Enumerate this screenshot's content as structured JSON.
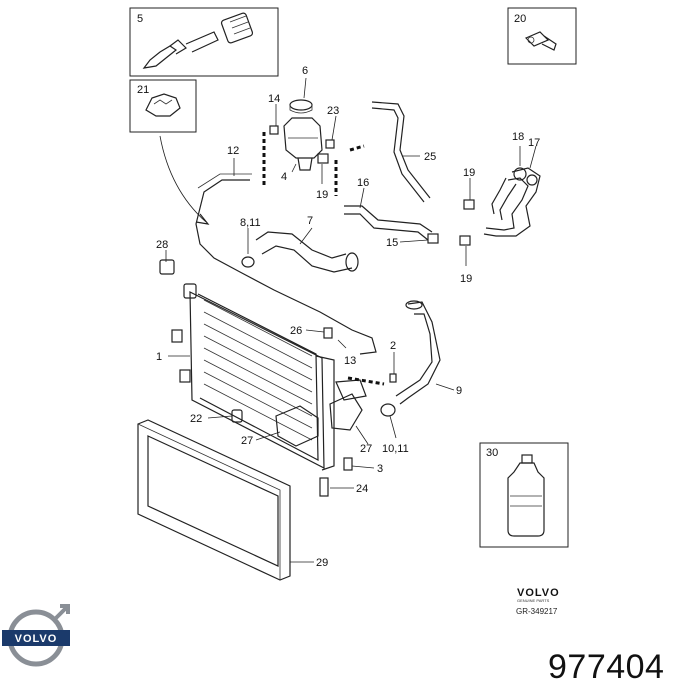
{
  "callouts": {
    "c1": "1",
    "c2": "2",
    "c3": "3",
    "c4": "4",
    "c5": "5",
    "c6": "6",
    "c7": "7",
    "c8": "8,11",
    "c9": "9",
    "c10": "10,11",
    "c12": "12",
    "c13": "13",
    "c14": "14",
    "c15": "15",
    "c16": "16",
    "c17": "17",
    "c18": "18",
    "c19a": "19",
    "c19b": "19",
    "c19c": "19",
    "c20": "20",
    "c21": "21",
    "c22": "22",
    "c23": "23",
    "c24": "24",
    "c25": "25",
    "c26": "26",
    "c27a": "27",
    "c27b": "27",
    "c28": "28",
    "c29": "29",
    "c30": "30"
  },
  "brand": {
    "wordmark": "VOLVO",
    "subtitle": "GENUINE PARTS",
    "reference": "GR-349217",
    "logo_text": "VOLVO"
  },
  "part_number": "977404",
  "colors": {
    "line": "#222222",
    "logo_blue": "#1b3a6b",
    "logo_steel": "#8a8f96"
  }
}
